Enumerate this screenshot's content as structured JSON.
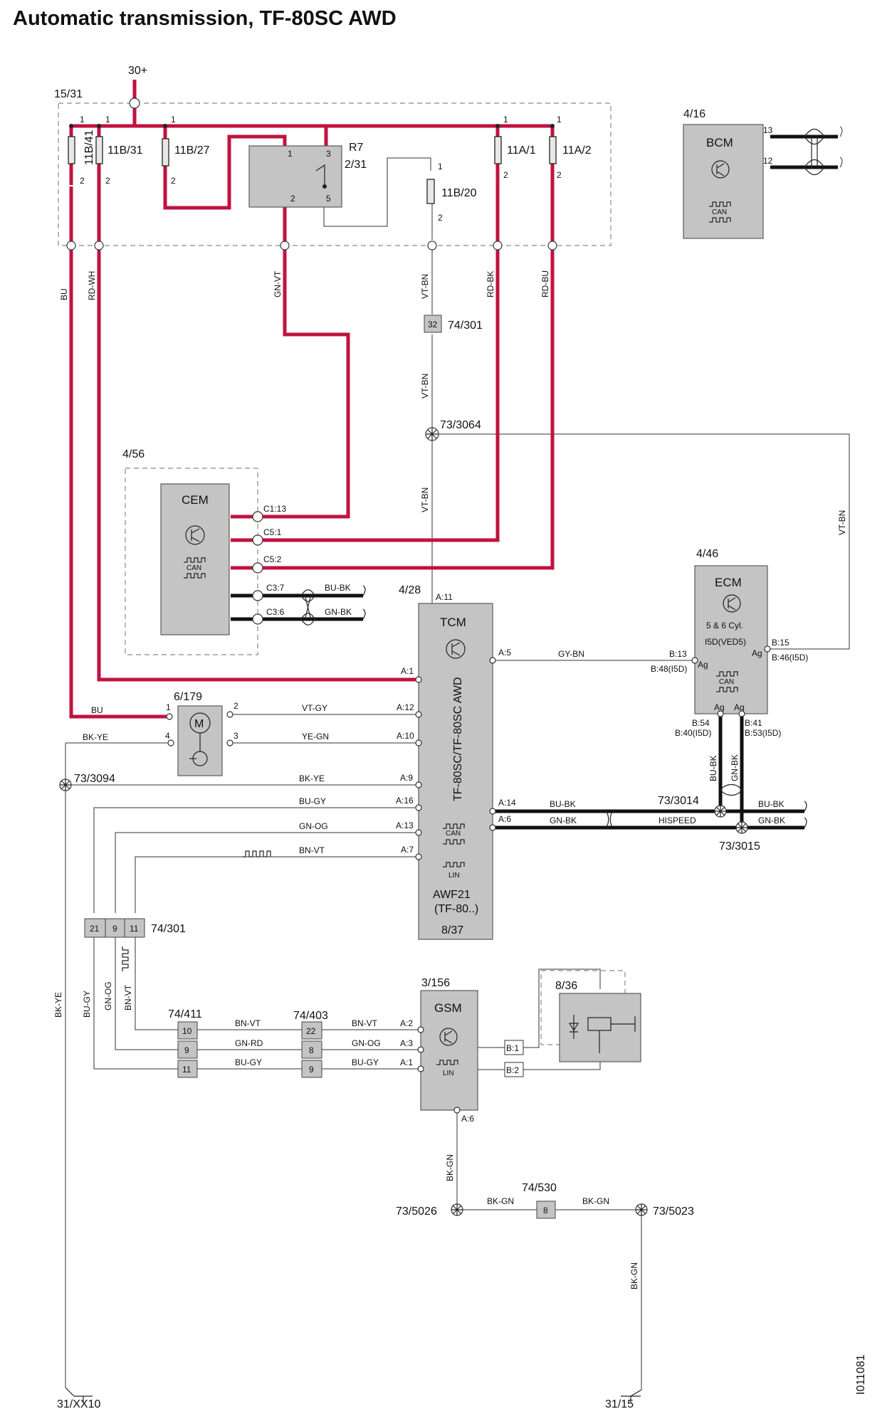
{
  "title": "Automatic transmission, TF-80SC AWD",
  "diagram_id": "I011081",
  "supply": "30+",
  "fusebox": {
    "label": "15/31",
    "fuses": [
      {
        "name": "11B/41",
        "pin_top": "1",
        "pin_bottom": "2"
      },
      {
        "name": "11B/31",
        "pin_top": "1",
        "pin_bottom": "2"
      },
      {
        "name": "11B/27",
        "pin_top": "1",
        "pin_bottom": "2"
      },
      {
        "name": "11B/20",
        "pin_top": "1",
        "pin_bottom": "2"
      },
      {
        "name": "11A/1",
        "pin_top": "1",
        "pin_bottom": "2"
      },
      {
        "name": "11A/2",
        "pin_top": "1",
        "pin_bottom": "2"
      }
    ],
    "relay": {
      "name": "R7",
      "ref": "2/31",
      "pins": [
        "1",
        "3",
        "2",
        "5"
      ]
    }
  },
  "wire_colors_top": [
    "BU",
    "RD-WH",
    "GN-VT",
    "VT-BN",
    "RD-BK",
    "RD-BU"
  ],
  "bcm": {
    "ref": "4/16",
    "name": "BCM",
    "pins": [
      "13",
      "12"
    ],
    "bus": "CAN"
  },
  "connector_74_301_top": {
    "name": "74/301",
    "pin": "32"
  },
  "splice_3064": "73/3064",
  "cem": {
    "ref": "4/56",
    "name": "CEM",
    "bus": "CAN",
    "pins": [
      "C1:13",
      "C5:1",
      "C5:2",
      "C3:7",
      "C3:6"
    ],
    "bus_wires": [
      "BU-BK",
      "GN-BK"
    ]
  },
  "ecm": {
    "ref": "4/46",
    "name": "ECM",
    "variant_line1": "5 & 6 Cyl.",
    "variant_line2": "I5D(VED5)",
    "bus": "CAN",
    "pins": [
      "B:13",
      "B:48(I5D)",
      "B:15",
      "B:46(I5D)",
      "B:54",
      "B:40(I5D)",
      "B:41",
      "B:53(I5D)"
    ],
    "ag": "Ag",
    "wire_bu_bk": "BU-BK",
    "wire_gn_bk": "GN-BK"
  },
  "tcm": {
    "ref": "4/28",
    "name": "TCM",
    "vertical_label": "TF-80SC/TF-80SC AWD",
    "bus_can": "CAN",
    "bus_lin": "LIN",
    "model": "AWF21",
    "model_sub": "(TF-80..)",
    "bottom_ref": "8/37",
    "pins_left": [
      "A:11",
      "A:1",
      "A:12",
      "A:10",
      "A:9",
      "A:16",
      "A:13",
      "A:7"
    ],
    "pins_right": [
      "A:5",
      "A:14",
      "A:6"
    ],
    "wires": {
      "a5": "GY-BN",
      "a12": "VT-GY",
      "a10": "YE-GN",
      "a9": "BK-YE",
      "a16": "BU-GY",
      "a13": "GN-OG",
      "a7": "BN-VT",
      "vt_bn": "VT-BN",
      "a14": "BU-BK",
      "a6": "GN-BK"
    }
  },
  "hispeed": {
    "label": "HISPEED",
    "splice_a": "73/3014",
    "splice_b": "73/3015",
    "wire_a": "BU-BK",
    "wire_b": "GN-BK"
  },
  "motor": {
    "ref": "6/179",
    "symbol": "M",
    "pins": [
      "1",
      "2",
      "3",
      "4"
    ],
    "wire_bu": "BU",
    "wire_bk_ye": "BK-YE"
  },
  "splice_3094": "73/3094",
  "connector_74_301_mid": {
    "name": "74/301",
    "pins": [
      "21",
      "9",
      "11"
    ]
  },
  "connector_74_411": {
    "name": "74/411",
    "pins": [
      "10",
      "9",
      "11"
    ]
  },
  "connector_74_403": {
    "name": "74/403",
    "pins": [
      "22",
      "8",
      "9"
    ]
  },
  "left_vertical_wires": [
    "BK-YE",
    "BU-GY",
    "GN-OG",
    "BN-VT"
  ],
  "lower_wires": {
    "a": "BN-VT",
    "b": "GN-RD",
    "c": "BU-GY",
    "d": "BN-VT",
    "e": "GN-OG",
    "f": "BU-GY"
  },
  "gsm": {
    "ref": "3/156",
    "name": "GSM",
    "bus": "LIN",
    "pins": [
      "A:2",
      "A:3",
      "A:1",
      "A:6",
      "B:1",
      "B:2"
    ],
    "wire_down": "BK-GN"
  },
  "switch_8_36": "8/36",
  "splice_5026": "73/5026",
  "splice_5023": "73/5023",
  "connector_74_530": {
    "name": "74/530",
    "pin": "8",
    "wire_left": "BK-GN",
    "wire_right": "BK-GN",
    "wire_down": "BK-GN"
  },
  "ground_left": "31/XX10",
  "ground_right": "31/15"
}
